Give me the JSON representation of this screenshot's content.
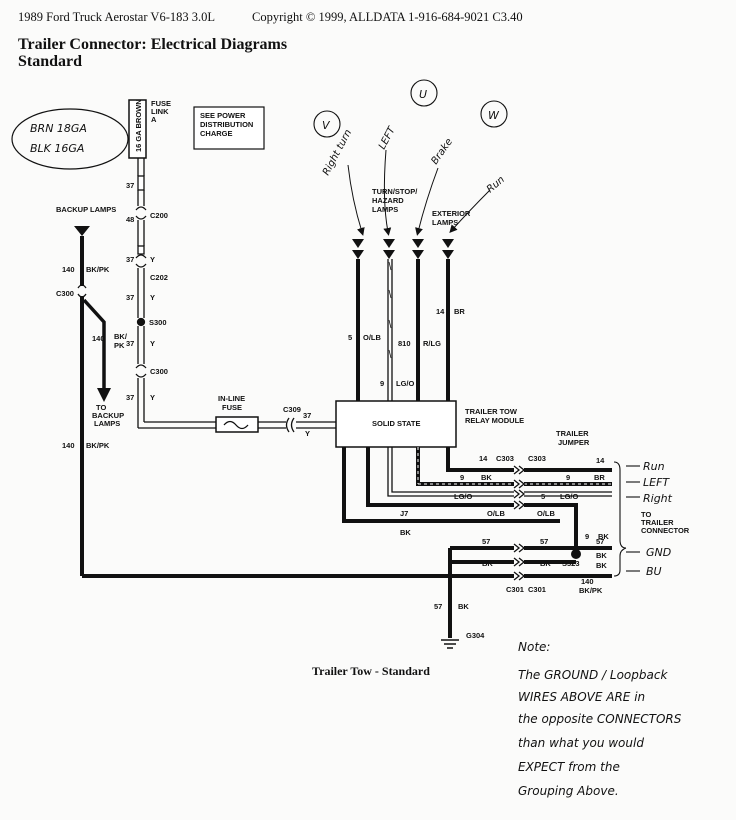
{
  "header": {
    "vehicle": "1989 Ford Truck Aerostar V6-183 3.0L",
    "copyright": "Copyright © 1999, ALLDATA  1-916-684-9021  C3.40"
  },
  "title": {
    "line1": "Trailer Connector: Electrical Diagrams",
    "line2": "Standard"
  },
  "caption": "Trailer Tow - Standard",
  "labels": {
    "fuse_link_1": "FUSE",
    "fuse_link_2": "LINK",
    "fuse_link_3": "A",
    "fuse_link_gauge": "16 GA BROWN",
    "see_power_1": "SEE POWER",
    "see_power_2": "DISTRIBUTION",
    "see_power_3": "CHARGE",
    "backup_lamps": "BACKUP LAMPS",
    "turn_lamps_1": "TURN/STOP/",
    "turn_lamps_2": "HAZARD",
    "turn_lamps_3": "LAMPS",
    "exterior_lamps_1": "EXTERIOR",
    "exterior_lamps_2": "LAMPS",
    "inline_fuse_1": "IN-LINE",
    "inline_fuse_2": "FUSE",
    "solid_state": "SOLID STATE",
    "relay_module_1": "TRAILER TOW",
    "relay_module_2": "RELAY MODULE",
    "trailer_jumper_1": "TRAILER",
    "trailer_jumper_2": "JUMPER",
    "to_backup_1": "TO",
    "to_backup_2": "BACKUP",
    "to_backup_3": "LAMPS",
    "to_trailer_1": "TO",
    "to_trailer_2": "TRAILER",
    "to_trailer_3": "CONNECTOR",
    "c200": "C200",
    "c202": "C202",
    "s300": "S300",
    "c300_mid": "C300",
    "c300_left": "C300",
    "c309": "C309",
    "c303_a": "C303",
    "c303_b": "C303",
    "c301_a": "C301",
    "c301_b": "C301",
    "s323": "S323",
    "g304": "G304",
    "w37_a": "37",
    "w48": "48",
    "w37_b": "37",
    "w37_y_a": "Y",
    "w37_c": "37",
    "w37_y_b": "Y",
    "w37_d": "37",
    "w37_y_c": "Y",
    "w37_e": "37",
    "w37_y_d": "Y",
    "w37_f": "37",
    "w37_y_e": "Y",
    "w140_a": "140",
    "w140_bkpk_a": "BK/PK",
    "w140_b": "140",
    "w140_bkpk_b1": "BK/",
    "w140_bkpk_b2": "PK",
    "w140_c": "140",
    "w140_bkpk_c": "BK/PK",
    "w5": "5",
    "w5_olb": "O/LB",
    "w810": "810",
    "w810_rlg": "R/LG",
    "w14": "14",
    "w14_br": "BR",
    "w9": "9",
    "w9_lgo": "LG/O",
    "r14_a": "14",
    "r14_b": "14",
    "r9_a": "9",
    "r9_bk": "BK",
    "r9_b": "9",
    "r9_br": "BR",
    "r_lgo_a": "LG/O",
    "r5": "5",
    "r_lgo_b": "LG/O",
    "r_j7": "J7",
    "r_olb_a": "O/LB",
    "r_olb_b": "O/LB",
    "r_bk_a": "BK",
    "r9_c": "9",
    "r_bk_b": "BK",
    "r57_a": "57",
    "r57_b": "57",
    "r57_c": "57",
    "r_bk_c": "BK",
    "r_bk_d": "BK",
    "r_bk_e": "BK",
    "r_bk_f": "BK",
    "r140": "140",
    "r140_bkpk": "BK/PK",
    "g57": "57",
    "g57_bk": "BK"
  },
  "handwritten": {
    "left_top": "BRN  18GA",
    "left_bottom": "BLK  16GA",
    "circle_v": "V",
    "circle_u": "U",
    "circle_w": "W",
    "right_turn": "Right turn",
    "left": "LEFT",
    "brake": "Brake",
    "run_top": "Run",
    "run_side": "Run",
    "left_side": "LEFT",
    "right_side": "Right",
    "gnd_side": "GND",
    "bu_side": "BU",
    "note": [
      "Note:",
      "The GROUND / Loopback",
      "WIRES ABOVE ARE in",
      "the opposite CONNECTORS",
      "than what you would",
      "EXPECT from the",
      "Grouping Above."
    ]
  }
}
